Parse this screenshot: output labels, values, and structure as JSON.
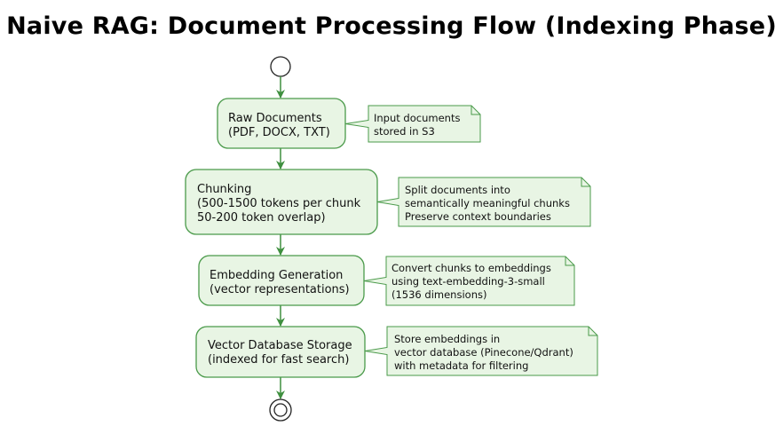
{
  "title": "Naive RAG: Document Processing Flow (Indexing Phase)",
  "colors": {
    "node_fill": "#e8f5e4",
    "node_stroke": "#4a9a4a",
    "arrow": "#3f8f3f",
    "note_fill": "#e8f5e4"
  },
  "steps": [
    {
      "lines": [
        "Raw Documents",
        "(PDF, DOCX, TXT)"
      ],
      "note": [
        "Input documents",
        "stored in S3"
      ]
    },
    {
      "lines": [
        "Chunking",
        "(500-1500 tokens per chunk",
        "50-200 token overlap)"
      ],
      "note": [
        "Split documents into",
        "semantically meaningful chunks",
        "Preserve context boundaries"
      ]
    },
    {
      "lines": [
        "Embedding Generation",
        "(vector representations)"
      ],
      "note": [
        "Convert chunks to embeddings",
        "using text-embedding-3-small",
        "(1536 dimensions)"
      ]
    },
    {
      "lines": [
        "Vector Database Storage",
        "(indexed for fast search)"
      ],
      "note": [
        "Store embeddings in",
        "vector database (Pinecone/Qdrant)",
        "with metadata for filtering"
      ]
    }
  ]
}
